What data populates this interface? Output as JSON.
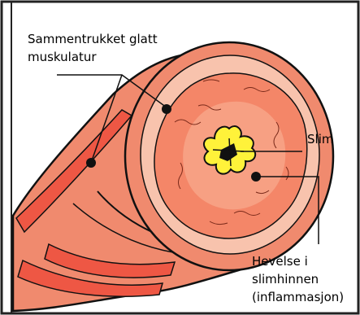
{
  "labels": {
    "smooth_muscle": [
      "Sammentrukket glatt",
      "muskulatur"
    ],
    "mucus": "Slim",
    "swelling": [
      "Hevelse i",
      "slimhinnen",
      "(inflammasjon)"
    ]
  },
  "colors": {
    "background": "#ffffff",
    "outline": "#111111",
    "muscle_outer": "#f08a6e",
    "muscle_band": "#ee5744",
    "ring_pale": "#f8c3ad",
    "mucosa": "#f48668",
    "mucosa_inner": "#f7a083",
    "mucus": "#fff23a"
  }
}
